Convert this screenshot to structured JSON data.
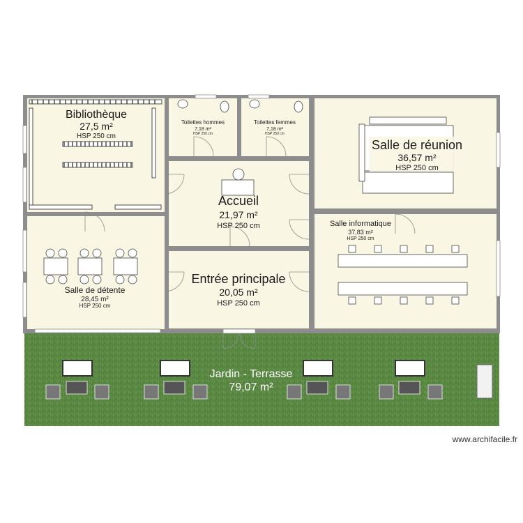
{
  "rooms": {
    "bibliotheque": {
      "name": "Bibliothèque",
      "area": "27,5 m²",
      "height": "HSP 250 cm"
    },
    "toilettes_hommes": {
      "name": "Toilettes hommes",
      "area": "7,18 m²",
      "height": "HSP 250 cm"
    },
    "toilettes_femmes": {
      "name": "Toilettes femmes",
      "area": "7,18 m²",
      "height": "HSP 250 cm"
    },
    "salle_reunion": {
      "name": "Salle de réunion",
      "area": "36,57 m²",
      "height": "HSP 250 cm"
    },
    "accueil": {
      "name": "Accueil",
      "area": "21,97 m²",
      "height": "HSP 250 cm"
    },
    "salle_informatique": {
      "name": "Salle informatique",
      "area": "37,83 m²",
      "height": "HSP 250 cm"
    },
    "salle_detente": {
      "name": "Salle de détente",
      "area": "28,45 m²",
      "height": "HSP 250 cm"
    },
    "entree_principale": {
      "name": "Entrée principale",
      "area": "20,05 m²",
      "height": "HSP 250 cm"
    },
    "jardin": {
      "name": "Jardin - Terrasse",
      "area": "79,07 m²"
    }
  },
  "watermark": "www.archifacile.fr",
  "colors": {
    "room_fill": "#faf6e4",
    "wall": "#8d8d8d",
    "grass": "#5c8a45",
    "furniture": "#ffffff",
    "dark_furniture": "#555555"
  }
}
